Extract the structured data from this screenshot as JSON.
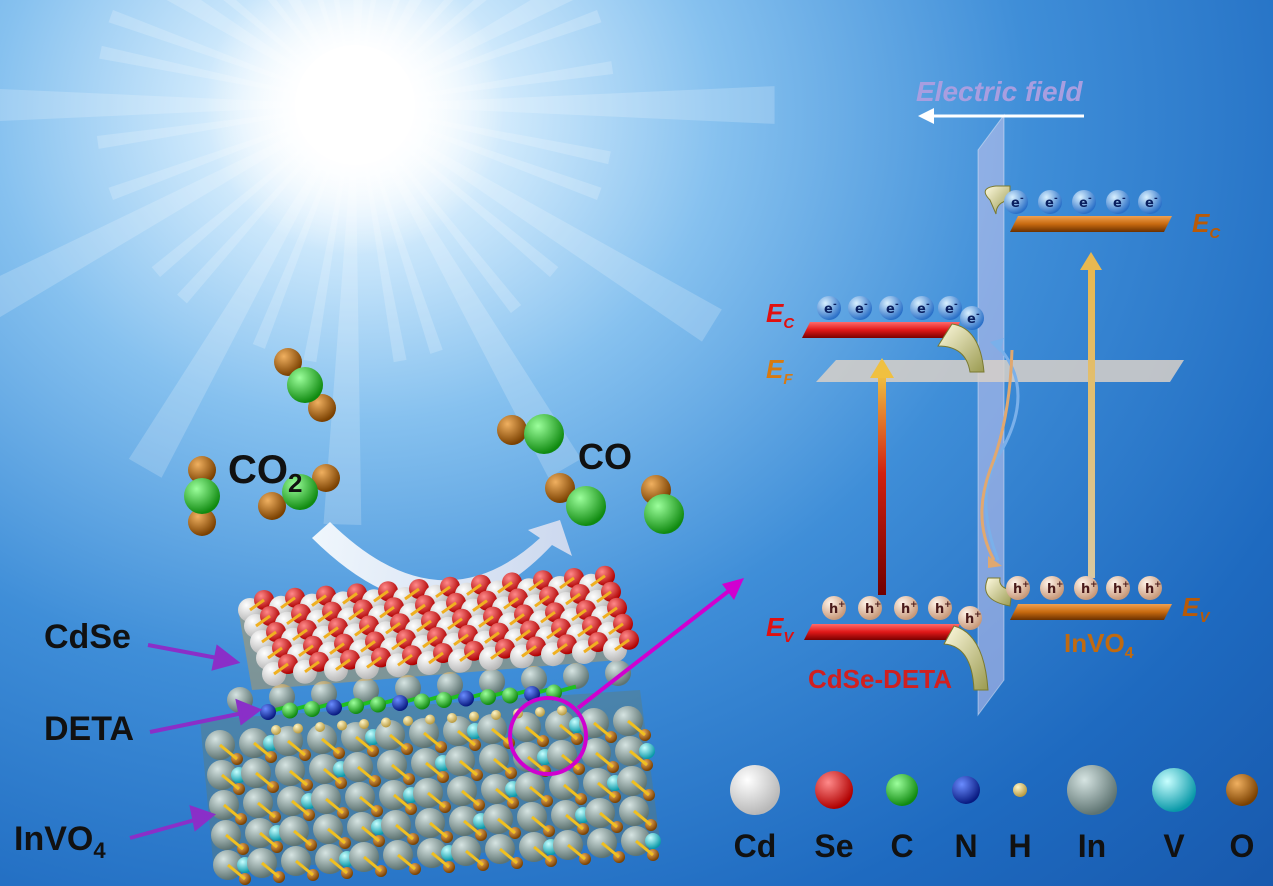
{
  "diagram": {
    "molecules": {
      "reactant": "CO",
      "reactant_sub": "2",
      "product": "CO"
    },
    "layers": {
      "cdse": "CdSe",
      "deta": "DETA",
      "invo4": "InVO",
      "invo4_sub": "4"
    },
    "band_diagram": {
      "field": "Electric field",
      "ec": "E",
      "ec_sub": "C",
      "ef": "E",
      "ef_sub": "F",
      "ev": "E",
      "ev_sub": "V",
      "cdse_deta": "CdSe-DETA",
      "invo4": "InVO",
      "invo4_sub": "4",
      "electron": "e",
      "electron_sup": "-",
      "hole": "h",
      "hole_sup": "+"
    },
    "legend": [
      {
        "label": "Cd",
        "color": "#e8e8e8"
      },
      {
        "label": "Se",
        "color": "#e01010"
      },
      {
        "label": "C",
        "color": "#22b522"
      },
      {
        "label": "N",
        "color": "#1030b0"
      },
      {
        "label": "H",
        "color": "#e8d070"
      },
      {
        "label": "In",
        "color": "#8fa8a4"
      },
      {
        "label": "V",
        "color": "#20d8e0"
      },
      {
        "label": "O",
        "color": "#b86a10"
      }
    ]
  }
}
